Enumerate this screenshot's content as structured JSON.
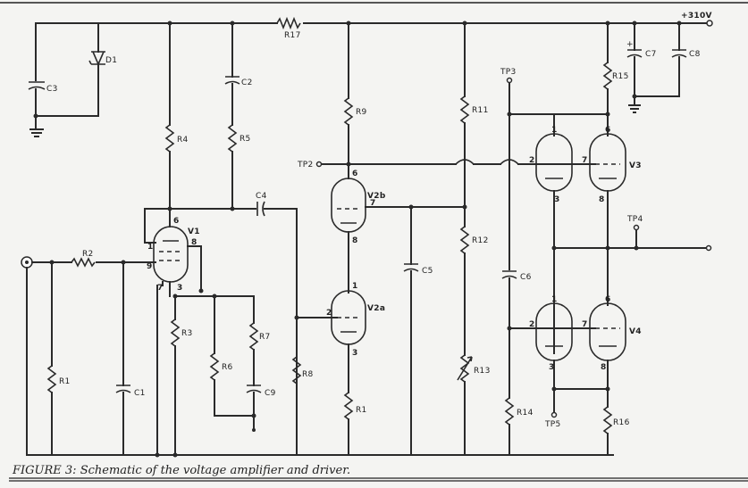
{
  "figure_caption": "FIGURE 3: Schematic of the voltage amplifier and driver.",
  "labels": {
    "supply": "+310V",
    "D1": "D1",
    "C3": "C3",
    "R4": "R4",
    "C2": "C2",
    "R5": "R5",
    "R17": "R17",
    "R9": "R9",
    "R11": "R11",
    "TP3": "TP3",
    "R15": "R15",
    "C7": "C7",
    "C8": "C8",
    "TP2": "TP2",
    "V2b": "V2b",
    "C4": "C4",
    "V1": "V1",
    "V3": "V3",
    "TP4": "TP4",
    "R2": "R2",
    "R12": "R12",
    "C5": "C5",
    "C6": "C6",
    "V2a": "V2a",
    "V4": "V4",
    "R3": "R3",
    "R7": "R7",
    "R6": "R6",
    "C9": "C9",
    "R8": "R8",
    "R1_left": "R1",
    "C1": "C1",
    "R1_mid": "R1",
    "R13": "R13",
    "R14": "R14",
    "TP5": "TP5",
    "R16": "R16",
    "plus": "+"
  },
  "pins": {
    "v1_6": "6",
    "v1_8": "8",
    "v1_1": "1",
    "v1_9": "9",
    "v1_7": "7",
    "v1_3": "3",
    "v2b_6": "6",
    "v2b_7": "7",
    "v2b_8": "8",
    "v2a_1": "1",
    "v2a_2": "2",
    "v2a_3": "3",
    "v3_1": "1",
    "v3_2": "2",
    "v3_3": "3",
    "v3_6": "6",
    "v3_7": "7",
    "v3_8": "8",
    "v4_1": "1",
    "v4_2": "2",
    "v4_3": "3",
    "v4_6": "6",
    "v4_7": "7",
    "v4_8": "8"
  }
}
